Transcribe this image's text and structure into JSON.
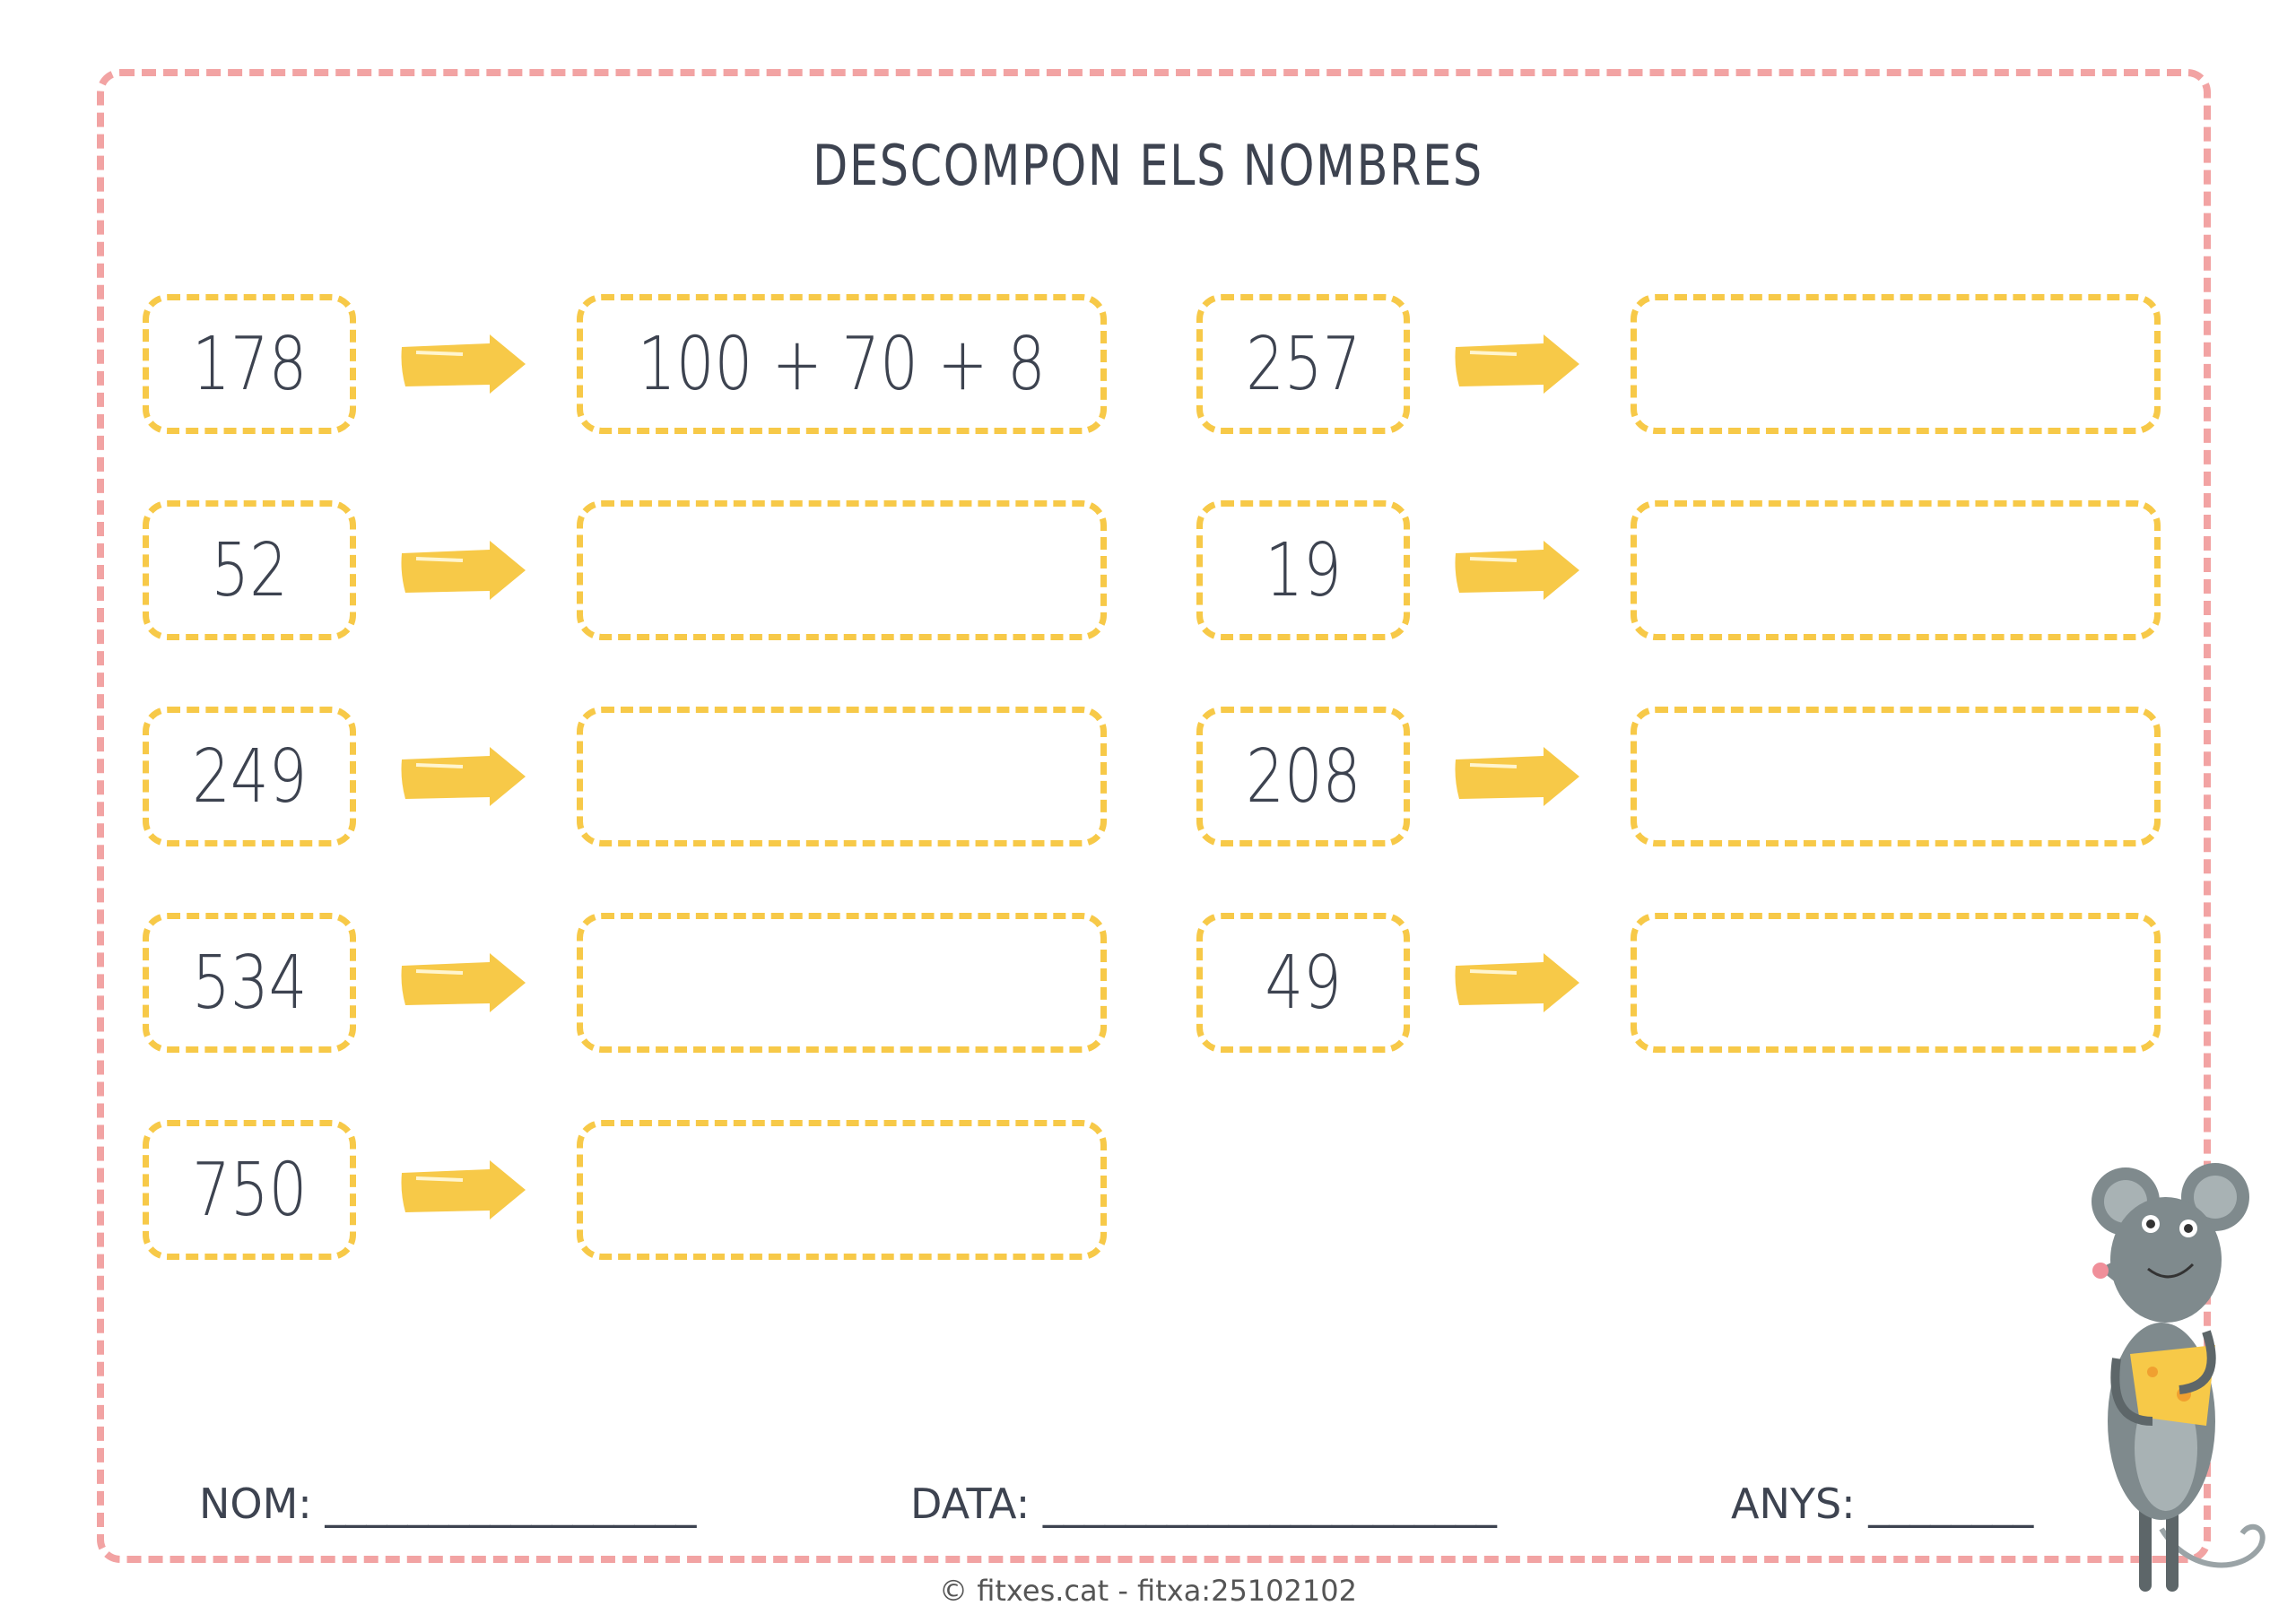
{
  "title": "DESCOMPON ELS NOMBRES",
  "left_column": [
    {
      "number": "178",
      "answer": "100 + 70 + 8"
    },
    {
      "number": "52",
      "answer": ""
    },
    {
      "number": "249",
      "answer": ""
    },
    {
      "number": "534",
      "answer": ""
    },
    {
      "number": "750",
      "answer": ""
    }
  ],
  "right_column": [
    {
      "number": "257",
      "answer": ""
    },
    {
      "number": "19",
      "answer": ""
    },
    {
      "number": "208",
      "answer": ""
    },
    {
      "number": "49",
      "answer": ""
    }
  ],
  "footer": {
    "name_label": "NOM: __________________",
    "date_label": "DATA: ______________________",
    "age_label": "ANYS: ________"
  },
  "copyright": "© fitxes.cat - fitxa:25102102",
  "colors": {
    "border": "#f2a3a3",
    "boxes": "#f7c948",
    "text": "#3d4350"
  }
}
